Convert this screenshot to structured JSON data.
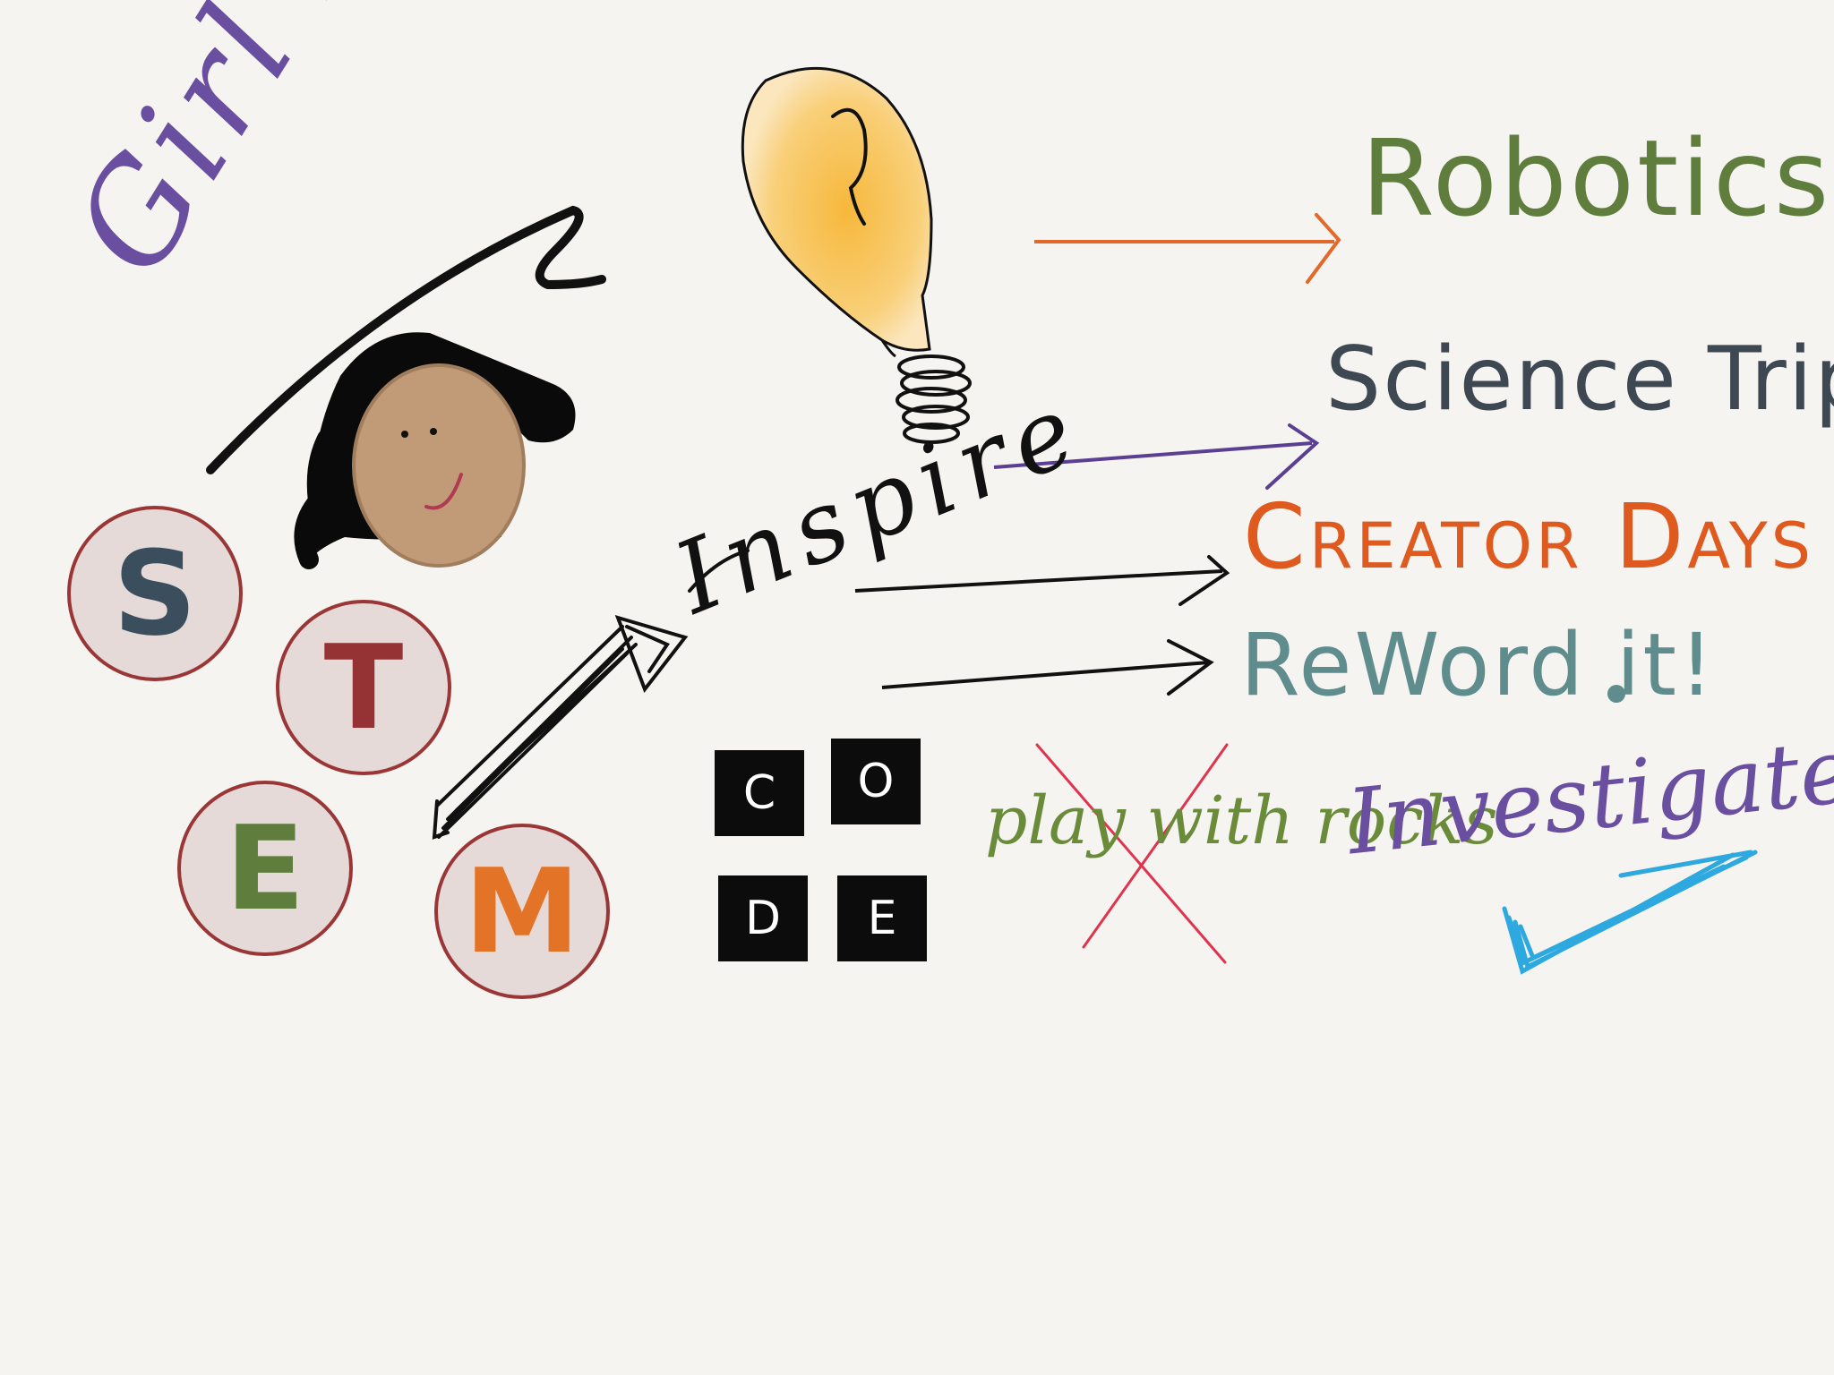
{
  "sketch": {
    "headline": "Girl Power",
    "stem_letters": [
      "S",
      "T",
      "E",
      "M"
    ],
    "verb": "Inspire",
    "code_tiles": [
      "C",
      "O",
      "D",
      "E"
    ],
    "outcomes": {
      "robotics": "Robotics",
      "science_trips": "Science Trips",
      "creator_days": "Creator Days",
      "reword": "ReWord it!"
    },
    "crossed_out": "play with rocks",
    "replacement": "Investigate"
  },
  "colors": {
    "background": "#f5f4f0",
    "purple": "#6a4fa0",
    "green": "#5f7d3c",
    "orange": "#de5a1e",
    "teal": "#5f8d8e",
    "slate": "#3e4852",
    "circle_fill": "#e6dad8",
    "circle_stroke": "#9a3736",
    "cross_red": "#e0334d",
    "check_blue": "#2ea9e0",
    "bulb_yellow": "#f6b83c",
    "skin": "#c19a78"
  },
  "icons": [
    "lightbulb-icon",
    "checkmark-icon",
    "pencil-arrow-icon",
    "girl-face-icon"
  ]
}
